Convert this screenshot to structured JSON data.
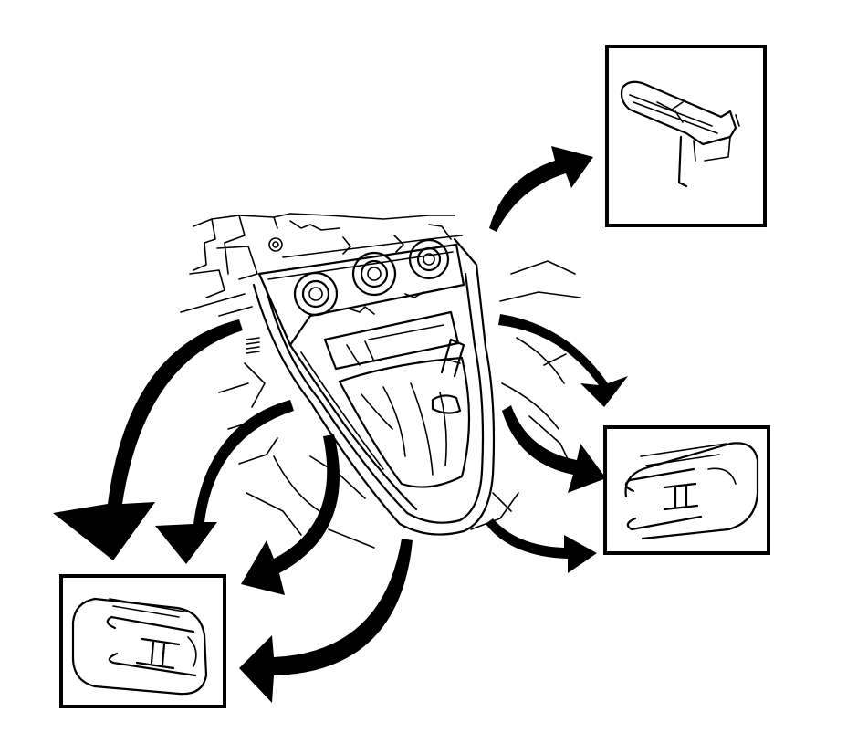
{
  "figure": {
    "line_color": "#000000",
    "background_color": "#ffffff",
    "callouts": [
      {
        "id": "clip-top-right",
        "shape": "clip-side-view"
      },
      {
        "id": "clip-right",
        "shape": "clip-top-view"
      },
      {
        "id": "clip-bottom-left",
        "shape": "clip-top-view"
      }
    ]
  }
}
